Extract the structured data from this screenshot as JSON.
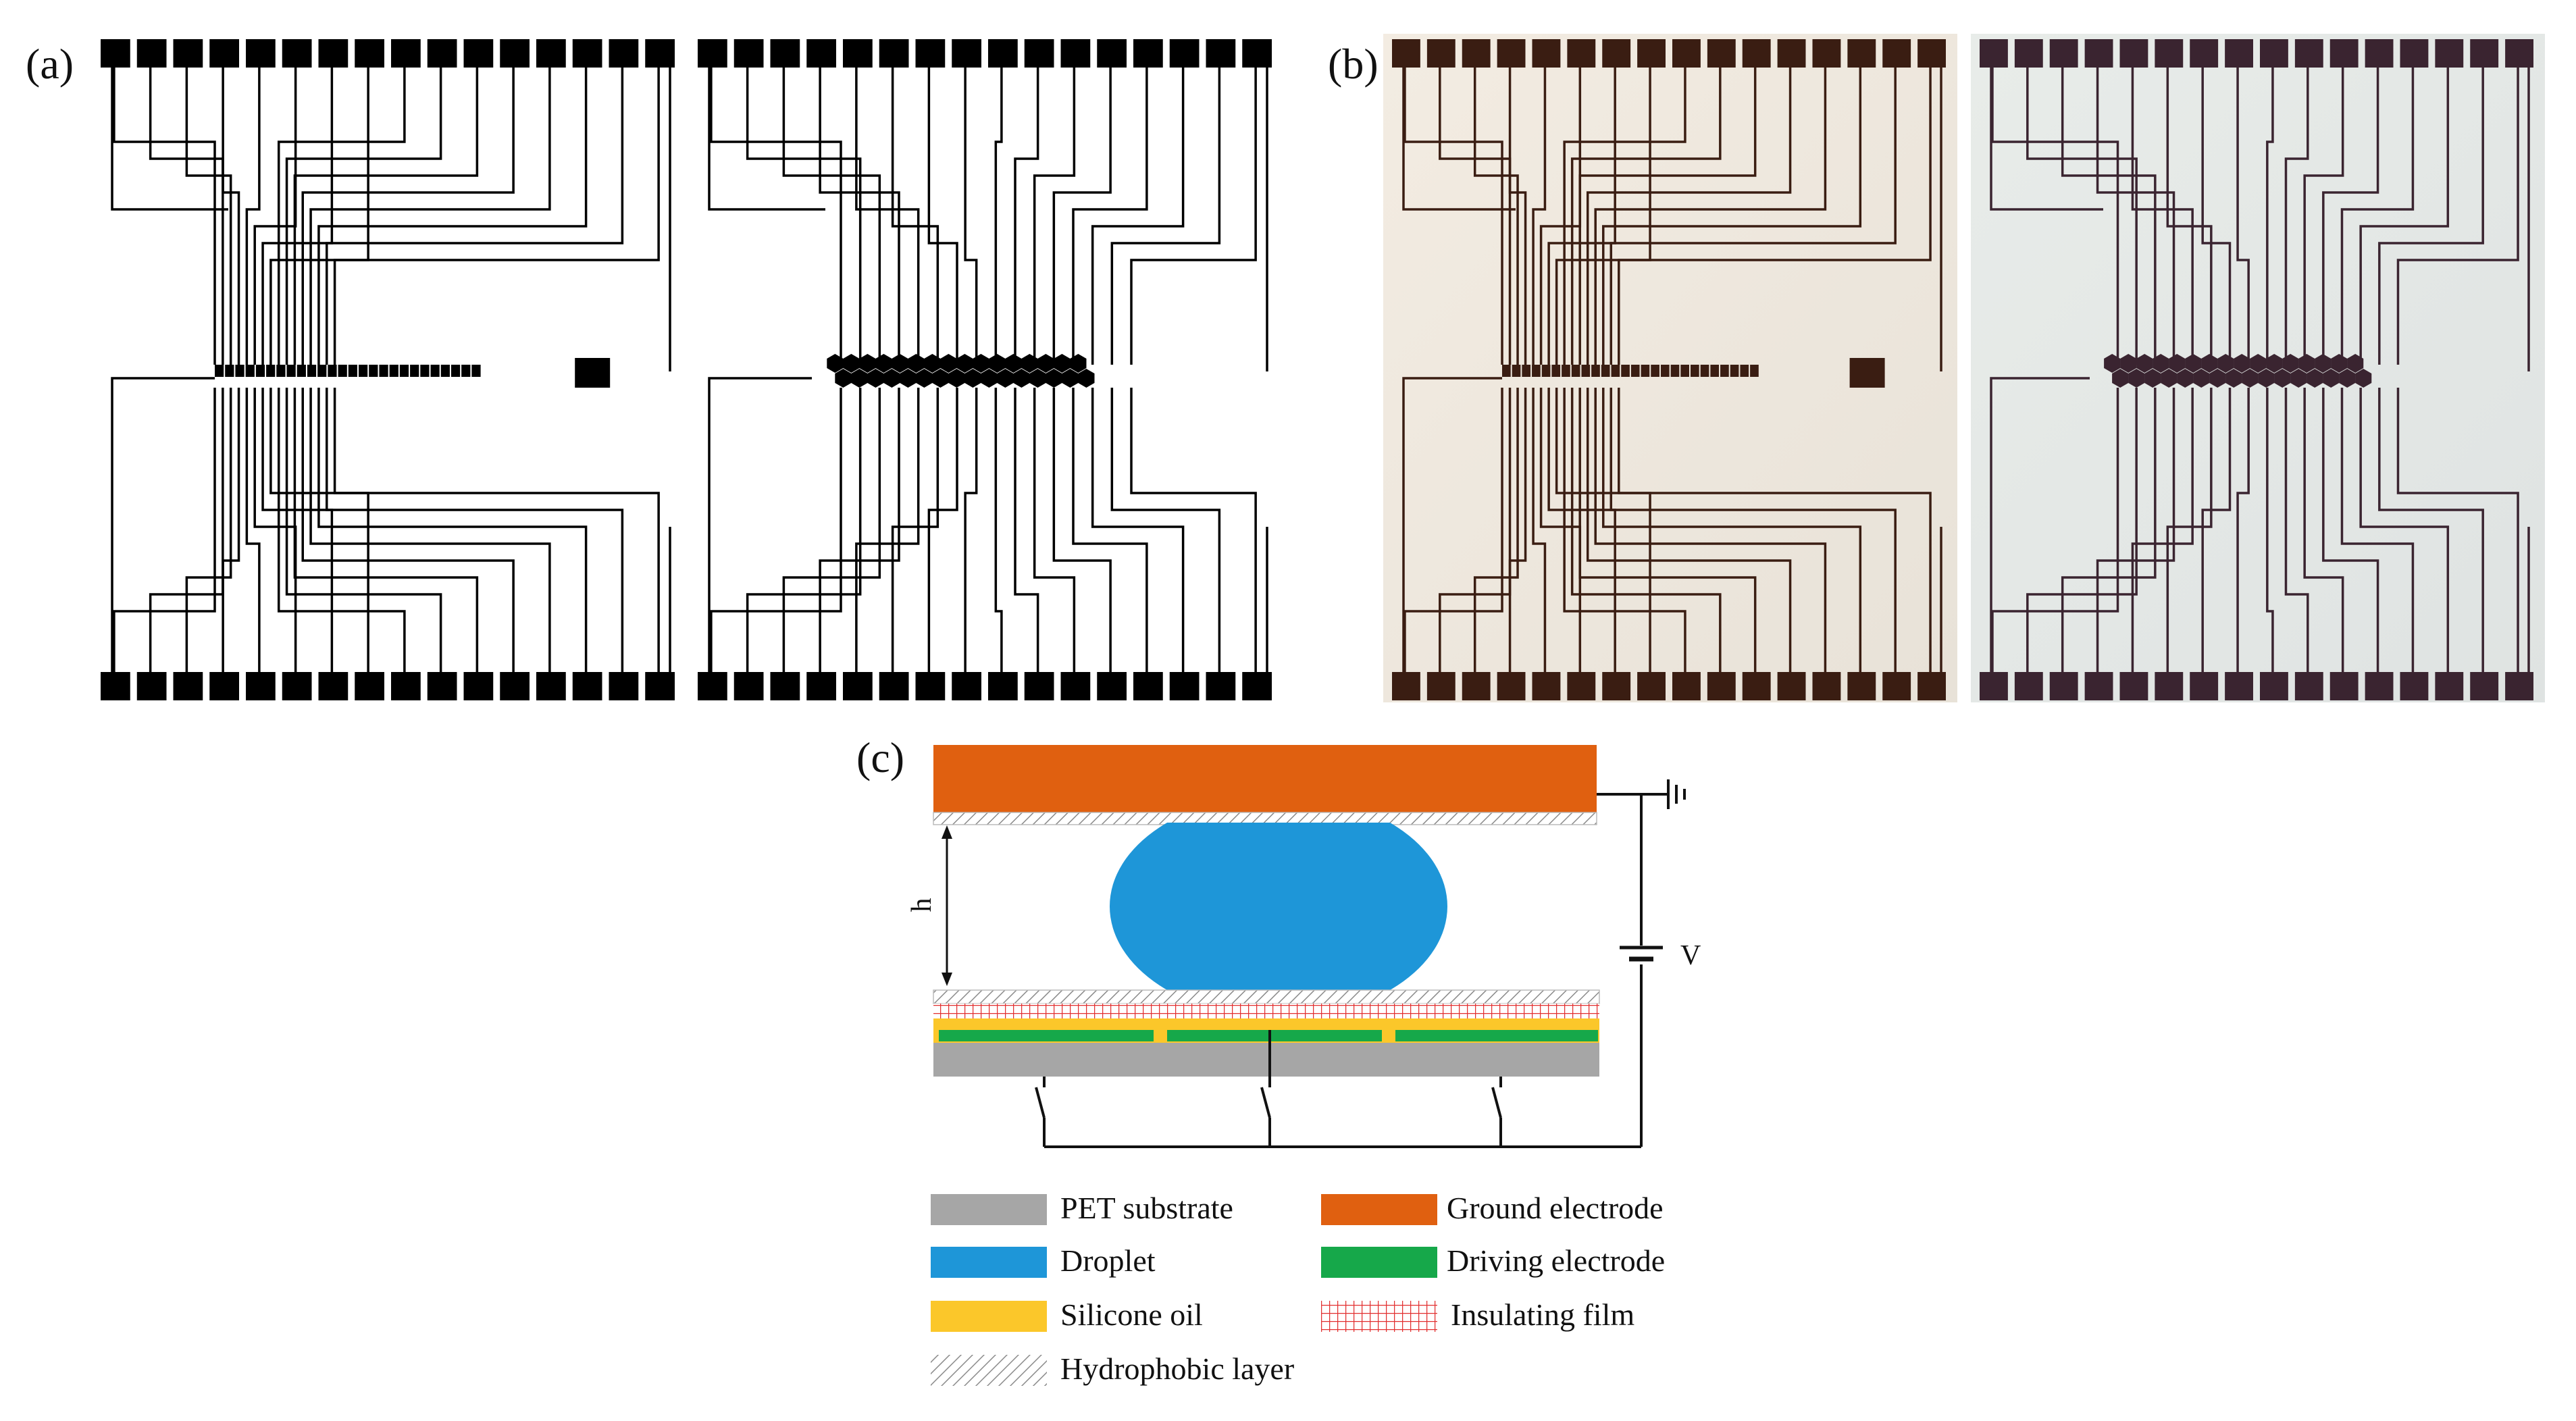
{
  "panels": {
    "a": {
      "label": "(a)"
    },
    "b": {
      "label": "(b)"
    },
    "c": {
      "label": "(c)"
    }
  },
  "cross_section": {
    "gap_label": "h",
    "voltage_label": "V"
  },
  "legend": [
    {
      "key": "pet",
      "label": "PET substrate",
      "color": "#a6a6a6"
    },
    {
      "key": "ground",
      "label": "Ground electrode",
      "color": "#e06010"
    },
    {
      "key": "droplet",
      "label": "Droplet",
      "color": "#1e96d8"
    },
    {
      "key": "driving",
      "label": "Driving electrode",
      "color": "#16a84a"
    },
    {
      "key": "oil",
      "label": "Silicone oil",
      "color": "#fbc72a"
    },
    {
      "key": "insulating",
      "label": "Insulating film",
      "color": "#e23030"
    },
    {
      "key": "hydrophobic",
      "label": "Hydrophobic layer",
      "color": "#9a9a9a"
    }
  ]
}
